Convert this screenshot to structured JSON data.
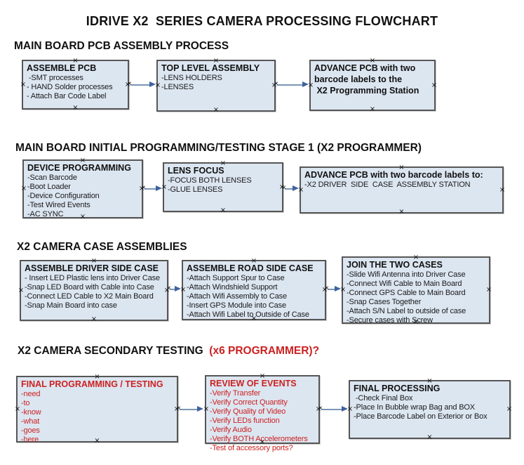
{
  "title": "IDRIVE X2  SERIES CAMERA PROCESSING FLOWCHART",
  "colors": {
    "background": "#ffffff",
    "box_fill": "#dce6f1",
    "box_border": "#565656",
    "red_text": "#cc2121",
    "black_text": "#1a1a1a",
    "arrow_line": "#7a96b5",
    "arrow_head": "#3e62a0"
  },
  "sections": [
    {
      "heading": "MAIN BOARD PCB ASSEMBLY PROCESS",
      "boxes": [
        {
          "title": "ASSEMBLE PCB",
          "lines": [
            " -SMT processes",
            "- HAND Solder processes",
            "- Attach Bar Code Label"
          ]
        },
        {
          "title": "TOP LEVEL ASSEMBLY",
          "lines": [
            "-LENS HOLDERS",
            "-LENSES"
          ]
        },
        {
          "title": "ADVANCE PCB with two",
          "lines": [
            "barcode labels to the",
            " X2 Programming Station"
          ]
        }
      ]
    },
    {
      "heading": "MAIN BOARD INITIAL PROGRAMMING/TESTING STAGE 1 (X2 PROGRAMMER)",
      "boxes": [
        {
          "title": "DEVICE PROGRAMMING",
          "lines": [
            "-Scan Barcode",
            "-Boot Loader",
            "-Device Configuration",
            "-Test Wired Events",
            "-AC SYNC"
          ]
        },
        {
          "title": "LENS FOCUS",
          "lines": [
            "-FOCUS BOTH LENSES",
            "-GLUE LENSES"
          ]
        },
        {
          "title": "ADVANCE PCB with two barcode labels to:",
          "lines": [
            "-X2 DRIVER  SIDE  CASE  ASSEMBLY STATION"
          ]
        }
      ]
    },
    {
      "heading": "X2 CAMERA CASE ASSEMBLIES",
      "boxes": [
        {
          "title": "ASSEMBLE DRIVER SIDE CASE",
          "lines": [
            "- Insert LED Plastic lens into Driver Case",
            "-Snap LED Board with Cable into Case",
            "-Connect LED Cable to X2 Main Board",
            "-Snap Main Board into case"
          ]
        },
        {
          "title": "ASSEMBLE ROAD SIDE CASE",
          "lines": [
            "-Attach Support Spur to Case",
            "-Attach Windshield Support",
            "-Attach Wifi Assembly to Case",
            "-Insert GPS Module into Case",
            "-Attach Wifi Label to Outside of Case"
          ]
        },
        {
          "title": "JOIN THE TWO CASES",
          "lines": [
            "-Slide Wifi Antenna into Driver Case",
            "-Connect Wifi Cable to Main Board",
            "-Connect GPS Cable to Main Board",
            "-Snap Cases Together",
            "-Attach S/N Label to outside of case",
            "-Secure cases with Screw"
          ]
        }
      ]
    },
    {
      "heading": "X2 CAMERA SECONDARY TESTING ",
      "heading_red": " (x6 PROGRAMMER)?",
      "boxes": [
        {
          "title": "FINAL PROGRAMMING / TESTING",
          "lines": [
            "-need",
            "-to",
            "-know",
            "-what",
            "-goes",
            "-here"
          ]
        },
        {
          "title": "REVIEW OF EVENTS",
          "lines": [
            "-Verify Transfer",
            "-Verify Correct Quantity",
            "-Verify Quality of Video",
            "-Verify LEDs function",
            "-Verify Audio",
            "-Verify BOTH Accelerometers",
            "-Test of accessory ports?"
          ]
        },
        {
          "title": "FINAL PROCESSING",
          "lines": [
            " -Check Final Box",
            "-Place In Bubble wrap Bag and BOX",
            "-Place Barcode Label on Exterior or Box"
          ]
        }
      ]
    }
  ],
  "handle_glyph": "×"
}
